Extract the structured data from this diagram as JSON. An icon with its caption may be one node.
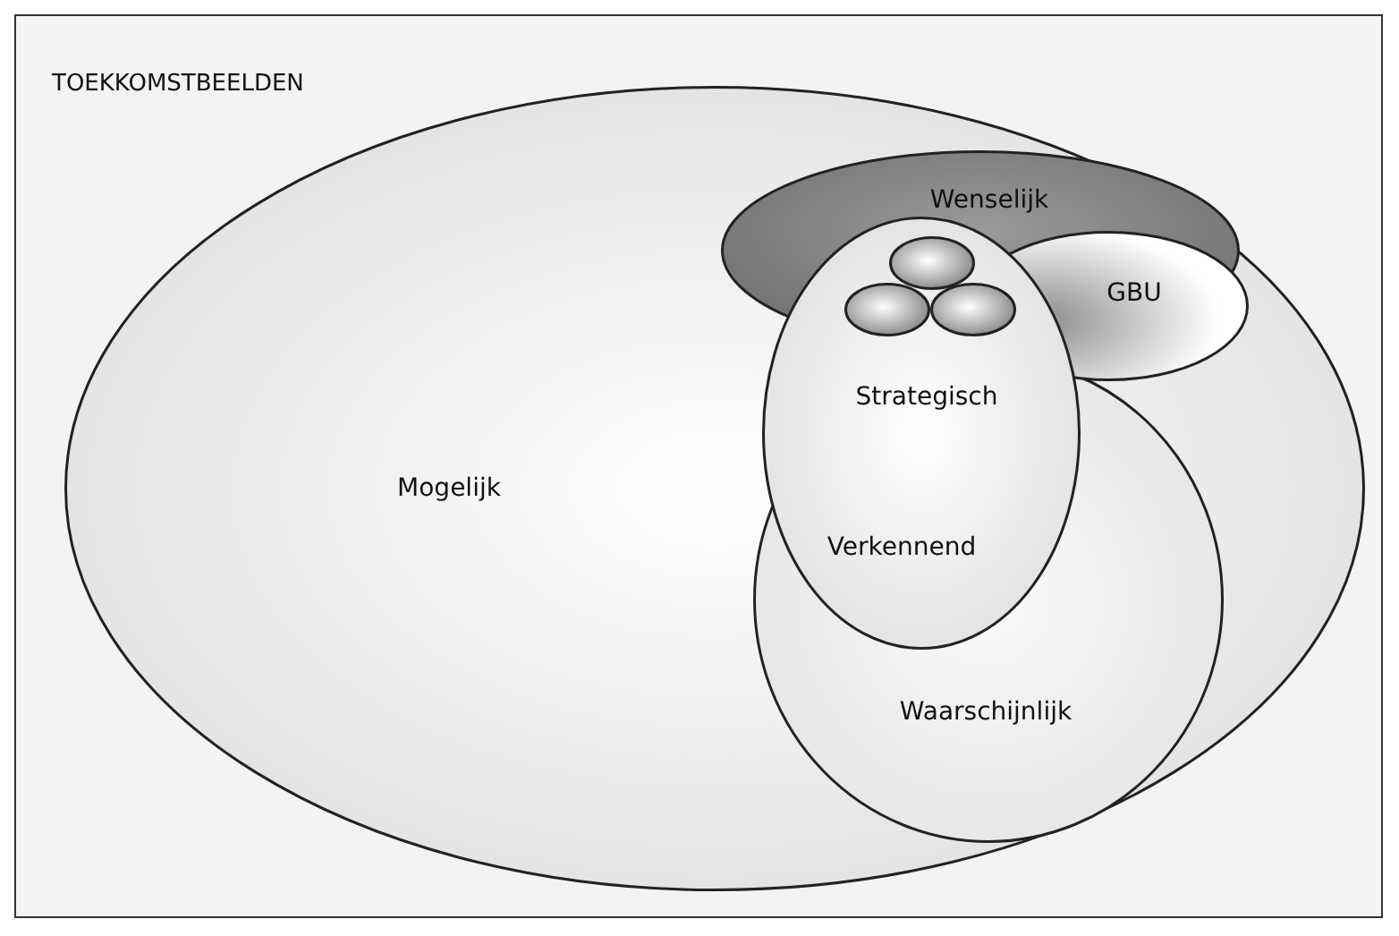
{
  "diagram": {
    "nodes": [
      {
        "text": [
          "TOEKKOMSTBEELDEN"
        ]
      },
      {
        "text": [
          "Mogelijk"
        ],
        "in": 0
      },
      {
        "text": [
          "Wenselijk"
        ],
        "in": 1
      },
      {
        "text": [
          "GBU"
        ],
        "in": 1
      },
      {
        "text": [
          "Waarschijnlijk"
        ],
        "in": 1
      },
      {
        "text": [
          "Strategisch",
          "Verkennend"
        ],
        "in": 1
      },
      {
        "text": [],
        "shape": "ellipse"
      },
      {
        "text": [],
        "shape": "ellipse"
      },
      {
        "text": [],
        "shape": "ellipse"
      }
    ],
    "edges": []
  }
}
